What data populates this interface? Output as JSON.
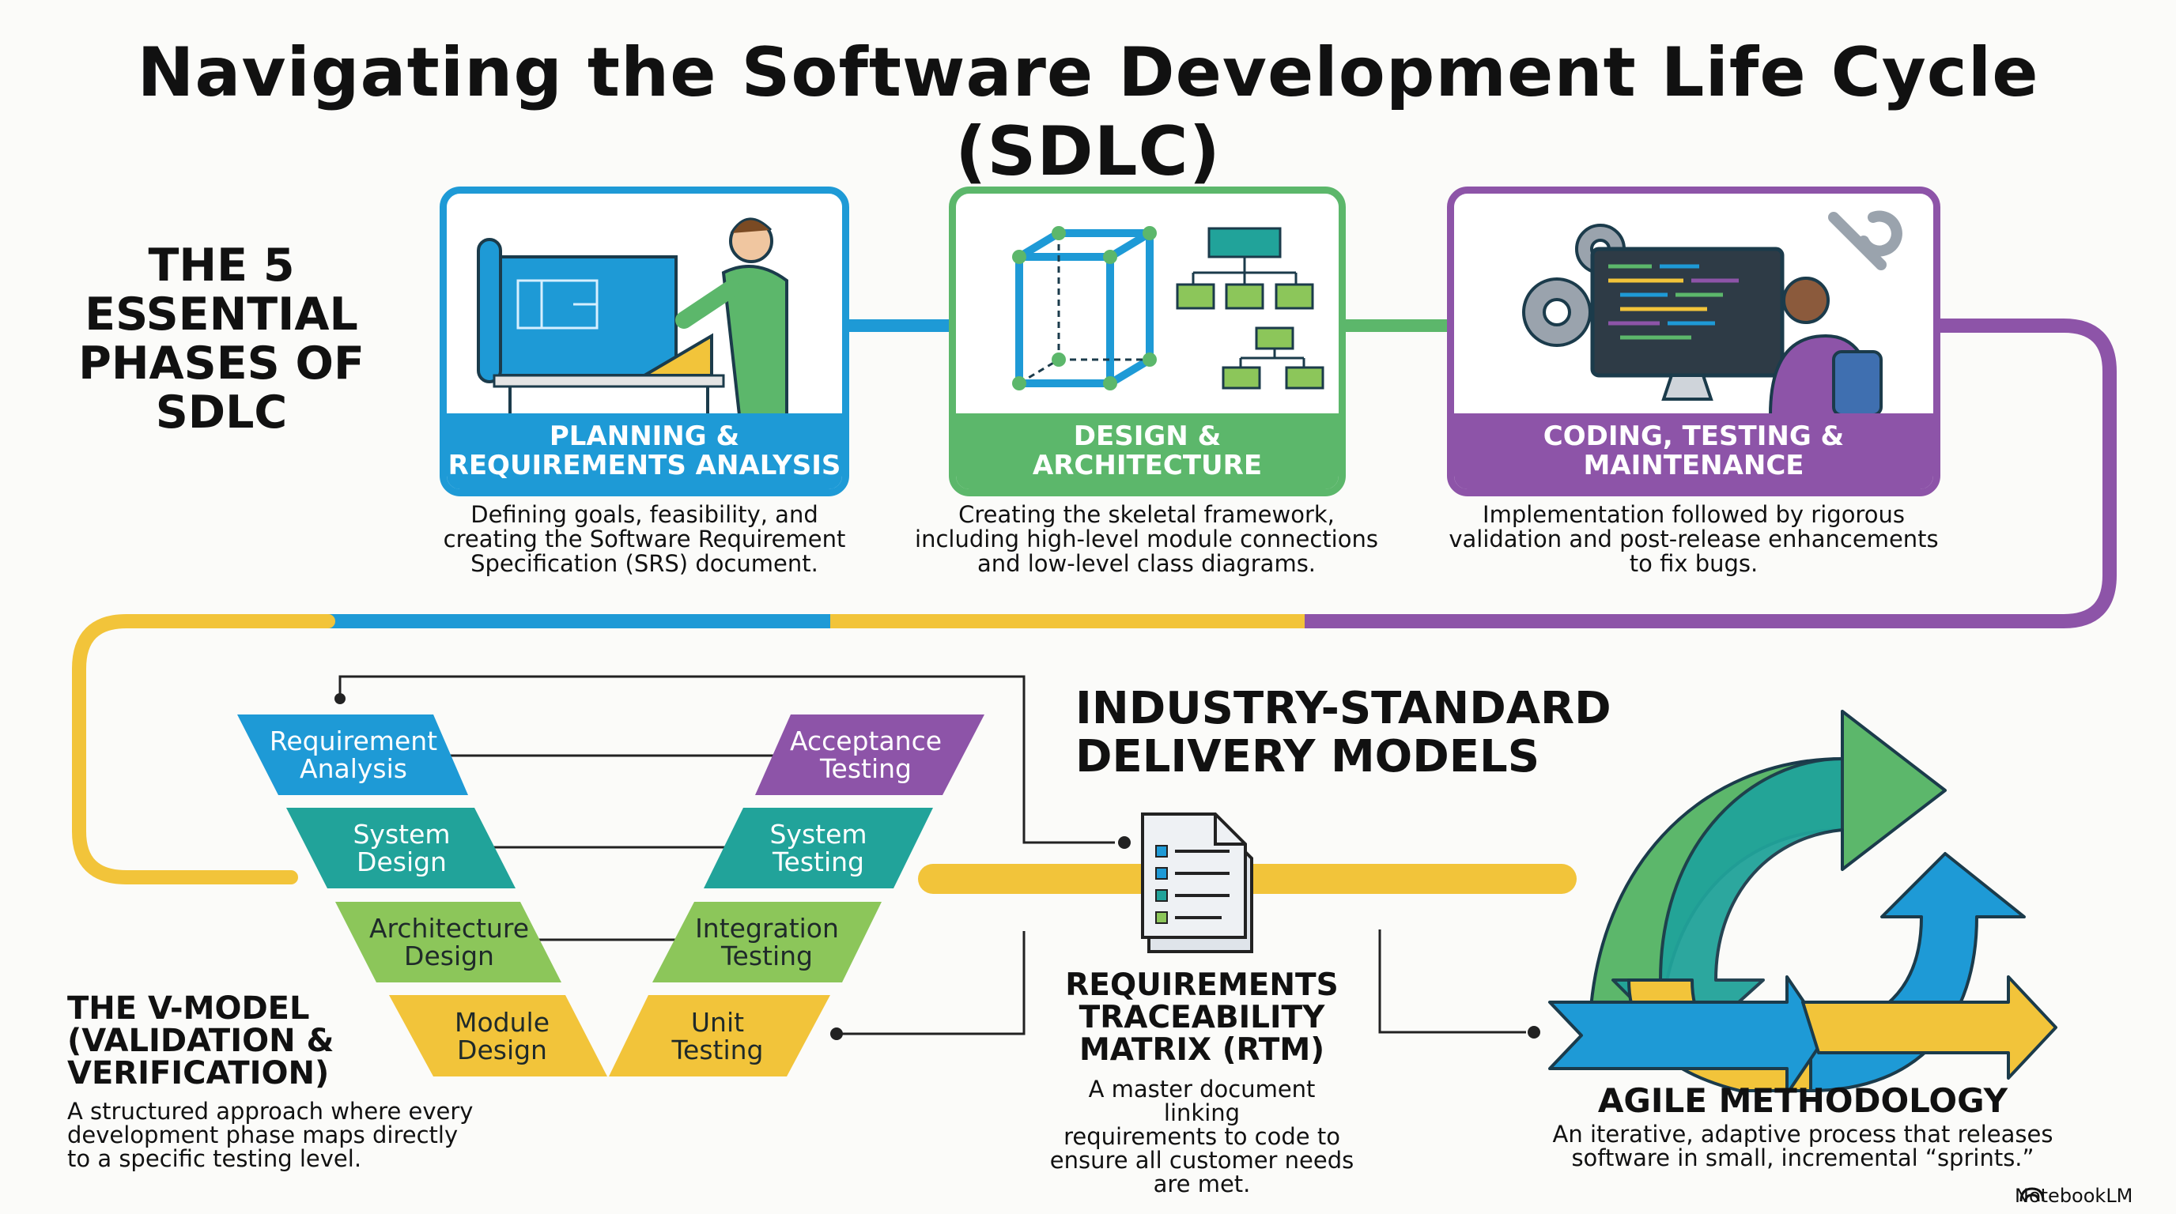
{
  "title": "Navigating the Software Development Life Cycle (SDLC)",
  "phases_heading": [
    "THE 5",
    "ESSENTIAL",
    "PHASES OF",
    "SDLC"
  ],
  "phases": [
    {
      "label": [
        "PLANNING &",
        "REQUIREMENTS ANALYSIS"
      ],
      "color": "#1e9ad6",
      "description": [
        "Defining goals, feasibility, and",
        "creating the Software Requirement",
        "Specification (SRS) document."
      ]
    },
    {
      "label": [
        "DESIGN &",
        "ARCHITECTURE"
      ],
      "color": "#5cb76b",
      "description": [
        "Creating the skeletal framework,",
        "including high-level module connections",
        "and low-level class diagrams."
      ]
    },
    {
      "label": [
        "CODING, TESTING &",
        "MAINTENANCE"
      ],
      "color": "#8d54a8",
      "description": [
        "Implementation followed by rigorous",
        "validation and post-release enhancements",
        "to fix bugs."
      ]
    }
  ],
  "models_heading": [
    "INDUSTRY-STANDARD",
    "DELIVERY MODELS"
  ],
  "vmodel": {
    "heading": [
      "THE V-MODEL",
      "(VALIDATION &",
      "VERIFICATION)"
    ],
    "description": [
      "A structured approach where every",
      "development phase maps directly",
      "to a specific testing level."
    ],
    "left": [
      {
        "label": [
          "Requirement",
          "Analysis"
        ],
        "color": "#1e9ad6"
      },
      {
        "label": [
          "System",
          "Design"
        ],
        "color": "#21a39a"
      },
      {
        "label": [
          "Architecture",
          "Design"
        ],
        "color": "#8cc65a"
      },
      {
        "label": [
          "Module",
          "Design"
        ],
        "color": "#f2c43a"
      }
    ],
    "right": [
      {
        "label": [
          "Acceptance",
          "Testing"
        ],
        "color": "#8d54a8"
      },
      {
        "label": [
          "System",
          "Testing"
        ],
        "color": "#21a39a"
      },
      {
        "label": [
          "Integration",
          "Testing"
        ],
        "color": "#8cc65a"
      },
      {
        "label": [
          "Unit",
          "Testing"
        ],
        "color": "#f2c43a"
      }
    ]
  },
  "rtm": {
    "heading": [
      "REQUIREMENTS",
      "TRACEABILITY",
      "MATRIX (RTM)"
    ],
    "description": [
      "A master document linking",
      "requirements to code to",
      "ensure all customer needs",
      "are met."
    ]
  },
  "agile": {
    "heading": "AGILE METHODOLOGY",
    "description": [
      "An iterative, adaptive process that releases",
      "software in small, incremental “sprints.”"
    ]
  },
  "brand": "NotebookLM",
  "colors": {
    "blue": "#1e9ad6",
    "green": "#5cb76b",
    "purple": "#8d54a8",
    "yellow": "#f2c43a",
    "teal": "#21a39a",
    "lime": "#8cc65a"
  }
}
